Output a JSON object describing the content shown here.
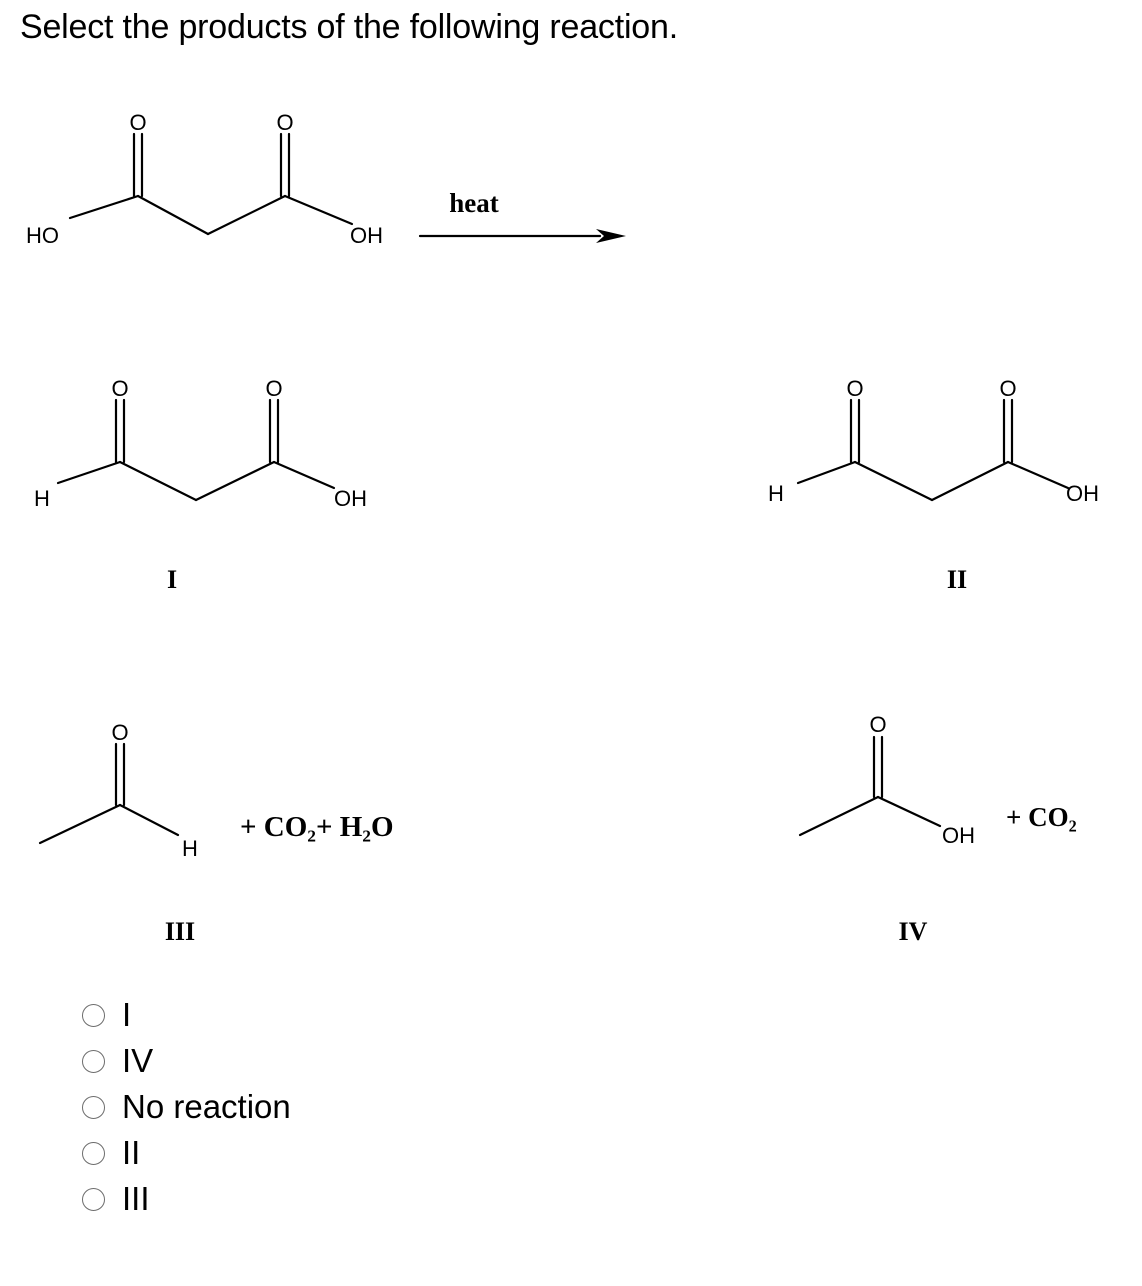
{
  "question": "Select the products of the following reaction.",
  "reactant": {
    "left_group": "HO",
    "right_group": "OH",
    "oxygen_top_1": "O",
    "oxygen_top_2": "O"
  },
  "reaction_condition": "heat",
  "product_I": {
    "left_group": "H",
    "right_group": "OH",
    "oxygen_top_1": "O",
    "oxygen_top_2": "O",
    "numeral": "I"
  },
  "product_II": {
    "left_group": "H",
    "right_group": "OH",
    "oxygen_top_1": "O",
    "oxygen_top_2": "O",
    "numeral": "II"
  },
  "product_III": {
    "oxygen_top": "O",
    "right_group": "H",
    "byproducts": "+ CO₂+ H₂O",
    "numeral": "III"
  },
  "product_IV": {
    "oxygen_top": "O",
    "right_group": "OH",
    "byproducts": "+ CO₂",
    "numeral": "IV"
  },
  "options": [
    {
      "label": "I"
    },
    {
      "label": "IV"
    },
    {
      "label": "No reaction"
    },
    {
      "label": "II"
    },
    {
      "label": "III"
    }
  ]
}
